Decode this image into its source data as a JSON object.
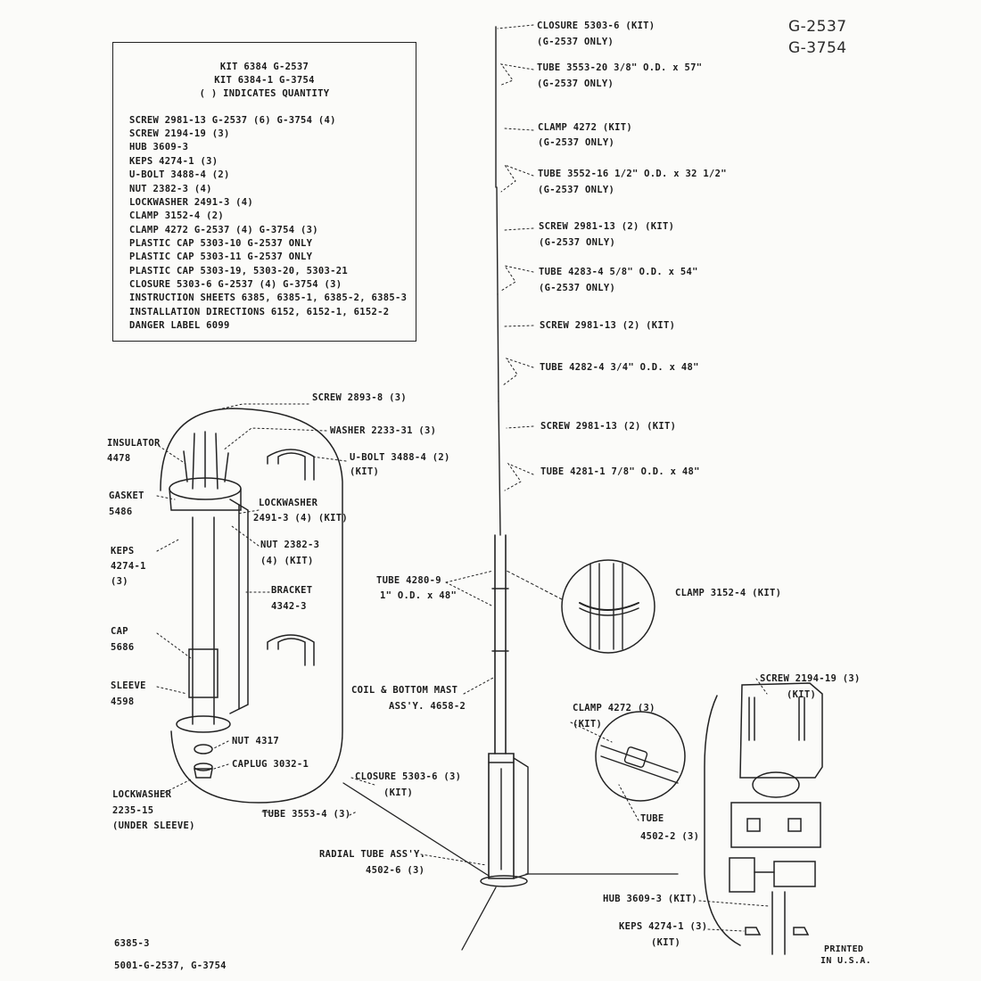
{
  "header": {
    "model_primary": "G-2537",
    "model_secondary": "G-3754"
  },
  "parts_list": {
    "header_lines": [
      "KIT 6384    G-2537",
      "KIT 6384-1    G-3754",
      "( ) INDICATES QUANTITY"
    ],
    "items": [
      "SCREW 2981-13    G-2537 (6)    G-3754 (4)",
      "SCREW 2194-19 (3)",
      "HUB 3609-3",
      "KEPS 4274-1 (3)",
      "U-BOLT 3488-4 (2)",
      "NUT 2382-3 (4)",
      "LOCKWASHER 2491-3 (4)",
      "CLAMP 3152-4 (2)",
      "CLAMP 4272    G-2537 (4)    G-3754 (3)",
      "PLASTIC CAP 5303-10    G-2537 ONLY",
      "PLASTIC CAP 5303-11    G-2537 ONLY",
      "PLASTIC CAP 5303-19, 5303-20, 5303-21",
      "CLOSURE 5303-6    G-2537 (4)    G-3754 (3)",
      "INSTRUCTION SHEETS 6385, 6385-1, 6385-2, 6385-3",
      "INSTALLATION DIRECTIONS 6152, 6152-1, 6152-2",
      "DANGER LABEL 6099"
    ]
  },
  "mast_labels": [
    {
      "line1": "CLOSURE 5303-6 (KIT)",
      "line2": "(G-2537 ONLY)"
    },
    {
      "line1": "TUBE 3553-20    3/8\" O.D. x 57\"",
      "line2": "(G-2537 ONLY)"
    },
    {
      "line1": "CLAMP 4272 (KIT)",
      "line2": "(G-2537 ONLY)"
    },
    {
      "line1": "TUBE 3552-16    1/2\" O.D. x 32 1/2\"",
      "line2": "(G-2537 ONLY)"
    },
    {
      "line1": "SCREW 2981-13 (2) (KIT)",
      "line2": "(G-2537 ONLY)"
    },
    {
      "line1": "TUBE 4283-4    5/8\" O.D. x 54\"",
      "line2": "(G-2537 ONLY)"
    },
    {
      "line1": "SCREW 2981-13 (2) (KIT)",
      "line2": ""
    },
    {
      "line1": "TUBE 4282-4    3/4\" O.D. x 48\"",
      "line2": ""
    },
    {
      "line1": "SCREW 2981-13 (2) (KIT)",
      "line2": ""
    },
    {
      "line1": "TUBE 4281-1    7/8\" O.D. x 48\"",
      "line2": ""
    }
  ],
  "left_detail": {
    "screw": "SCREW 2893-8 (3)",
    "washer": "WASHER 2233-31 (3)",
    "ubolt_1": "U-BOLT 3488-4 (2)",
    "ubolt_2": "(KIT)",
    "lockwasher_1": "LOCKWASHER",
    "lockwasher_2": "2491-3 (4) (KIT)",
    "nut_1": "NUT 2382-3",
    "nut_2": "(4) (KIT)",
    "bracket_1": "BRACKET",
    "bracket_2": "4342-3",
    "insulator_1": "INSULATOR",
    "insulator_2": "4478",
    "gasket_1": "GASKET",
    "gasket_2": "5486",
    "keps_1": "KEPS",
    "keps_2": "4274-1",
    "keps_3": "(3)",
    "cap_1": "CAP",
    "cap_2": "5686",
    "sleeve_1": "SLEEVE",
    "sleeve_2": "4598",
    "nut4317": "NUT 4317",
    "caplug": "CAPLUG 3032-1",
    "lockwasher_b1": "LOCKWASHER",
    "lockwasher_b2": "2235-15",
    "lockwasher_b3": "(UNDER SLEEVE)"
  },
  "center": {
    "tube4280_1": "TUBE 4280-9",
    "tube4280_2": "1\" O.D. x 48\"",
    "clamp3152": "CLAMP 3152-4 (KIT)",
    "coil_1": "COIL & BOTTOM MAST",
    "coil_2": "ASS'Y. 4658-2",
    "clamp4272_1": "CLAMP 4272 (3)",
    "clamp4272_2": "(KIT)",
    "closure_1": "CLOSURE 5303-6 (3)",
    "closure_2": "(KIT)",
    "tube3553": "TUBE 3553-4 (3)",
    "radial_1": "RADIAL TUBE ASS'Y.",
    "radial_2": "4502-6 (3)",
    "tube4502_1": "TUBE",
    "tube4502_2": "4502-2 (3)"
  },
  "right_detail": {
    "screw_1": "SCREW 2194-19 (3)",
    "screw_2": "(KIT)",
    "hub": "HUB 3609-3 (KIT)",
    "keps_1": "KEPS 4274-1 (3)",
    "keps_2": "(KIT)",
    "printed_1": "PRINTED",
    "printed_2": "IN U.S.A."
  },
  "footer": {
    "doc_no": "6385-3",
    "models": "5001-G-2537, G-3754"
  }
}
